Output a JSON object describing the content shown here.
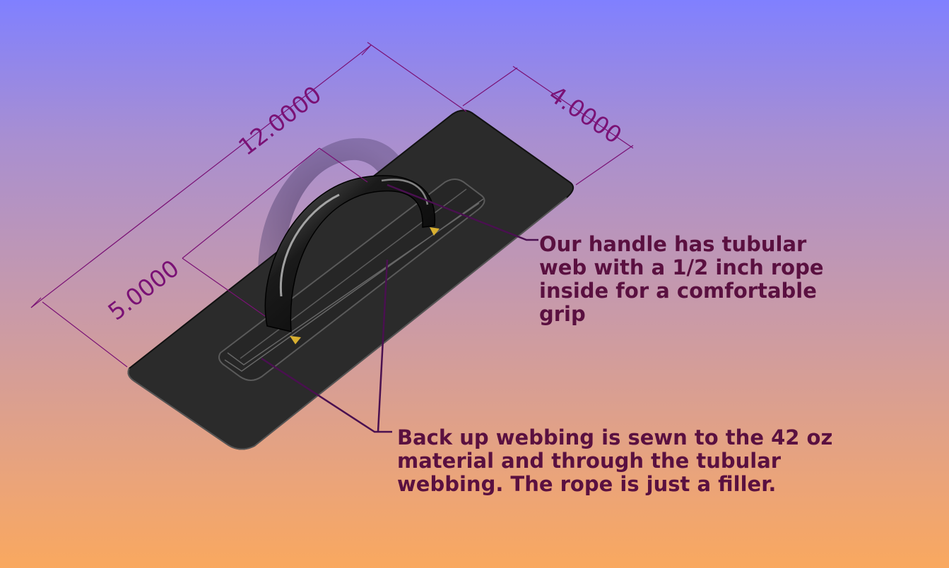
{
  "dimensions": {
    "overall_length": "12.0000",
    "width": "4.0000",
    "handle_length": "5.0000"
  },
  "notes": {
    "handle": "Our handle has tubular\nweb with a 1/2 inch rope\ninside for a comfortable\ngrip",
    "webbing": "Back up webbing is sewn to the 42 oz\nmaterial and through the tubular\nwebbing.  The rope is just a filler."
  },
  "colors": {
    "dimension": "#7a1175",
    "leader": "#4a1050",
    "note_text": "#5a1040",
    "plate": "#2b2b2b"
  }
}
